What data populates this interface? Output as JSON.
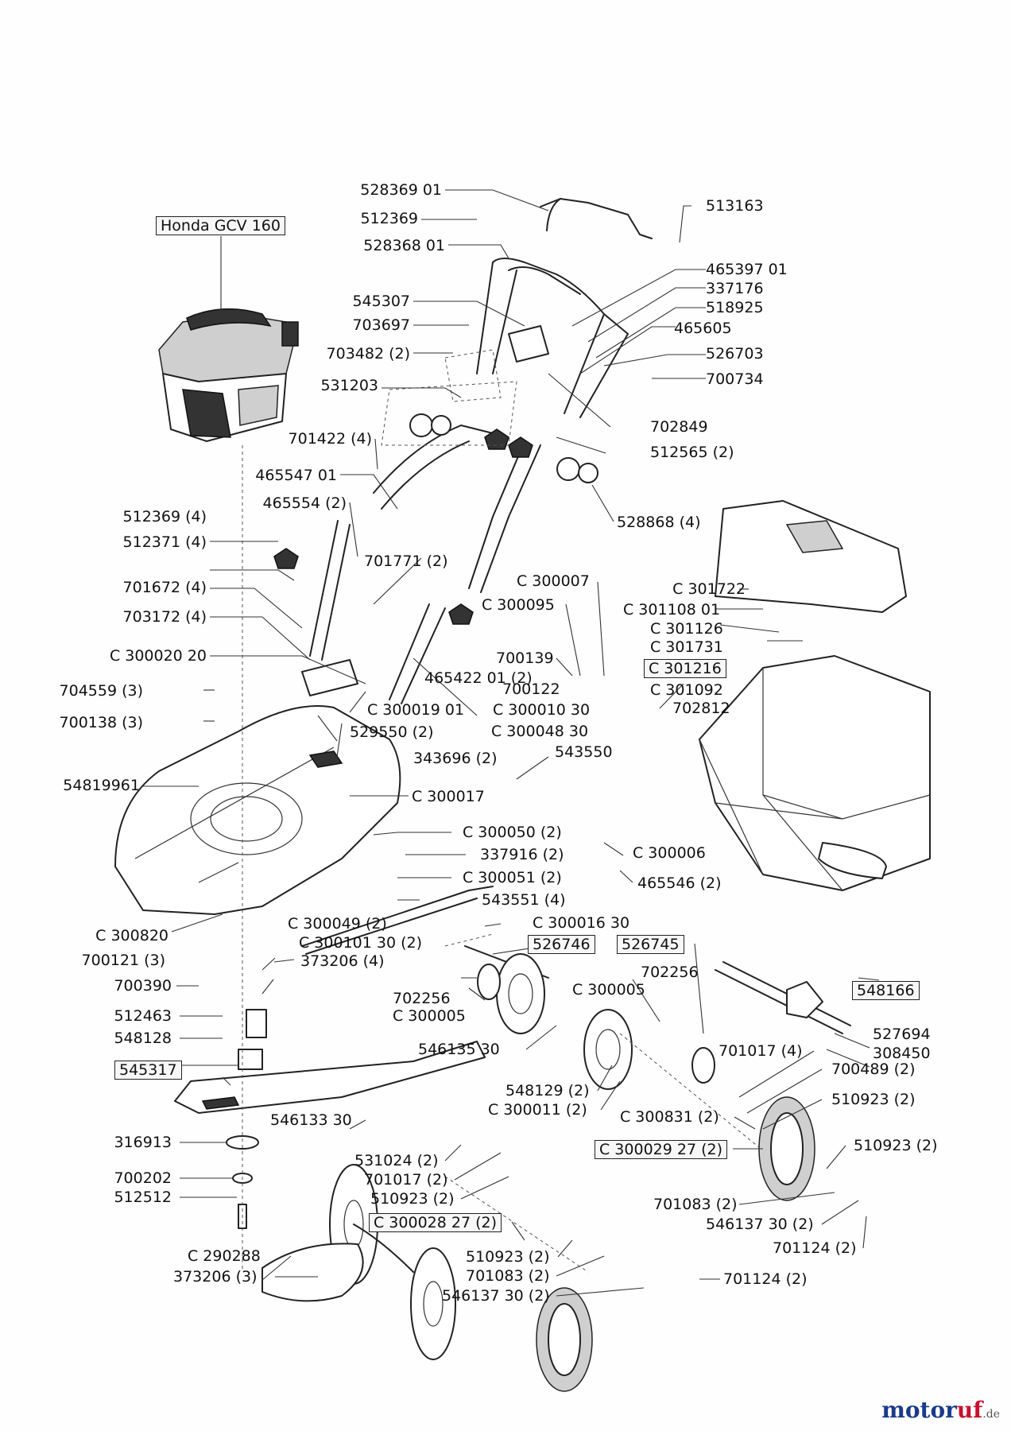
{
  "engine_label": "Honda GCV 160",
  "brand": {
    "name_main": "motor",
    "name_accent": "uf",
    "suffix": ".de",
    "main_color": "#1a3a8c",
    "accent_color": "#c8102e"
  },
  "labels": {
    "l01": "528369 01",
    "l02": "512369",
    "l03": "528368 01",
    "l04": "513163",
    "l05": "465397 01",
    "l06": "337176",
    "l07": "518925",
    "l08": "545307",
    "l09": "703697",
    "l10": "465605",
    "l11": "703482 (2)",
    "l12": "526703",
    "l13": "700734",
    "l14": "531203",
    "l15": "702849",
    "l16": "701422 (4)",
    "l17": "512565 (2)",
    "l18": "465547 01",
    "l19": "465554 (2)",
    "l20": "528868 (4)",
    "l21": "512369 (4)",
    "l22": "512371 (4)",
    "l23": "701771 (2)",
    "l24": "C 300007",
    "l25": "C 301722",
    "l26": "701672 (4)",
    "l27": "C 300095",
    "l28": "C 301108 01",
    "l29": "703172 (4)",
    "l30": "C 301126",
    "l31": "C 301731",
    "l32": "C 300020 20",
    "l33": "700139",
    "l34": "465422 01 (2)",
    "l35": "C 301216",
    "l36": "700122",
    "l37": "C 301092",
    "l38": "704559 (3)",
    "l39": "C 300019 01",
    "l40": "C 300010 30",
    "l41": "702812",
    "l42": "700138 (3)",
    "l43": "529550 (2)",
    "l44": "C 300048 30",
    "l45": "343696 (2)",
    "l46": "543550",
    "l47": "54819961",
    "l48": "C 300017",
    "l49": "C 300050 (2)",
    "l50": "337916 (2)",
    "l51": "C 300006",
    "l52": "C 300051 (2)",
    "l53": "465546 (2)",
    "l54": "543551 (4)",
    "l55": "C 300016 30",
    "l56": "C 300820",
    "l57": "C 300049 (2)",
    "l58": "526746",
    "l59": "526745",
    "l60": "C 300101 30 (2)",
    "l61": "700121 (3)",
    "l62": "373206 (4)",
    "l63": "702256",
    "l64": "C 300005",
    "l65": "700390",
    "l66": "702256",
    "l67": "548166",
    "l68": "512463",
    "l69": "C 300005",
    "l70": "548128",
    "l71": "546135 30",
    "l72": "527694",
    "l73": "308450",
    "l74": "545317",
    "l75": "701017 (4)",
    "l76": "700489 (2)",
    "l77": "548129 (2)",
    "l78": "510923 (2)",
    "l79": "546133 30",
    "l80": "C 300011 (2)",
    "l81": "C 300831 (2)",
    "l82": "316913",
    "l83": "C 300029 27 (2)",
    "l84": "510923 (2)",
    "l85": "531024 (2)",
    "l86": "700202",
    "l87": "701017 (2)",
    "l88": "512512",
    "l89": "510923 (2)",
    "l90": "701083 (2)",
    "l91": "C 300028 27 (2)",
    "l92": "546137 30 (2)",
    "l93": "C 290288",
    "l94": "510923 (2)",
    "l95": "701124 (2)",
    "l96": "373206 (3)",
    "l97": "701083 (2)",
    "l98": "701124 (2)",
    "l99": "546137 30 (2)"
  }
}
